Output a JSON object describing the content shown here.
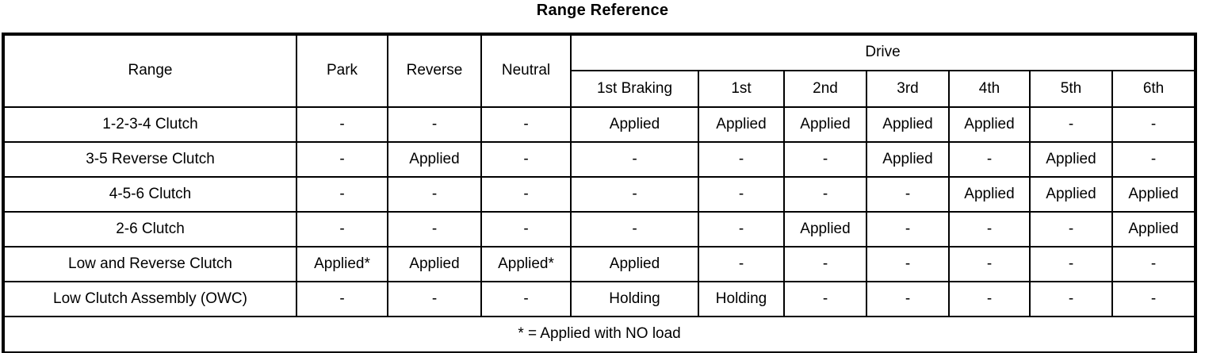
{
  "title": "Range Reference",
  "table": {
    "group_header": {
      "drive_label": "Drive"
    },
    "columns": [
      {
        "key": "range",
        "label": "Range"
      },
      {
        "key": "park",
        "label": "Park"
      },
      {
        "key": "reverse",
        "label": "Reverse"
      },
      {
        "key": "neutral",
        "label": "Neutral"
      },
      {
        "key": "brake1st",
        "label": "1st Braking"
      },
      {
        "key": "g1",
        "label": "1st"
      },
      {
        "key": "g2",
        "label": "2nd"
      },
      {
        "key": "g3",
        "label": "3rd"
      },
      {
        "key": "g4",
        "label": "4th"
      },
      {
        "key": "g5",
        "label": "5th"
      },
      {
        "key": "g6",
        "label": "6th"
      }
    ],
    "rows": [
      {
        "label": "1-2-3-4 Clutch",
        "values": [
          "-",
          "-",
          "-",
          "Applied",
          "Applied",
          "Applied",
          "Applied",
          "Applied",
          "-",
          "-"
        ]
      },
      {
        "label": "3-5 Reverse Clutch",
        "values": [
          "-",
          "Applied",
          "-",
          "-",
          "-",
          "-",
          "Applied",
          "-",
          "Applied",
          "-"
        ]
      },
      {
        "label": "4-5-6 Clutch",
        "values": [
          "-",
          "-",
          "-",
          "-",
          "-",
          "-",
          "-",
          "Applied",
          "Applied",
          "Applied"
        ]
      },
      {
        "label": "2-6 Clutch",
        "values": [
          "-",
          "-",
          "-",
          "-",
          "-",
          "Applied",
          "-",
          "-",
          "-",
          "Applied"
        ]
      },
      {
        "label": "Low and Reverse Clutch",
        "values": [
          "Applied*",
          "Applied",
          "Applied*",
          "Applied",
          "-",
          "-",
          "-",
          "-",
          "-",
          "-"
        ]
      },
      {
        "label": "Low Clutch Assembly (OWC)",
        "values": [
          "-",
          "-",
          "-",
          "Holding",
          "Holding",
          "-",
          "-",
          "-",
          "-",
          "-"
        ]
      }
    ],
    "footnote": "* = Applied with NO load"
  }
}
